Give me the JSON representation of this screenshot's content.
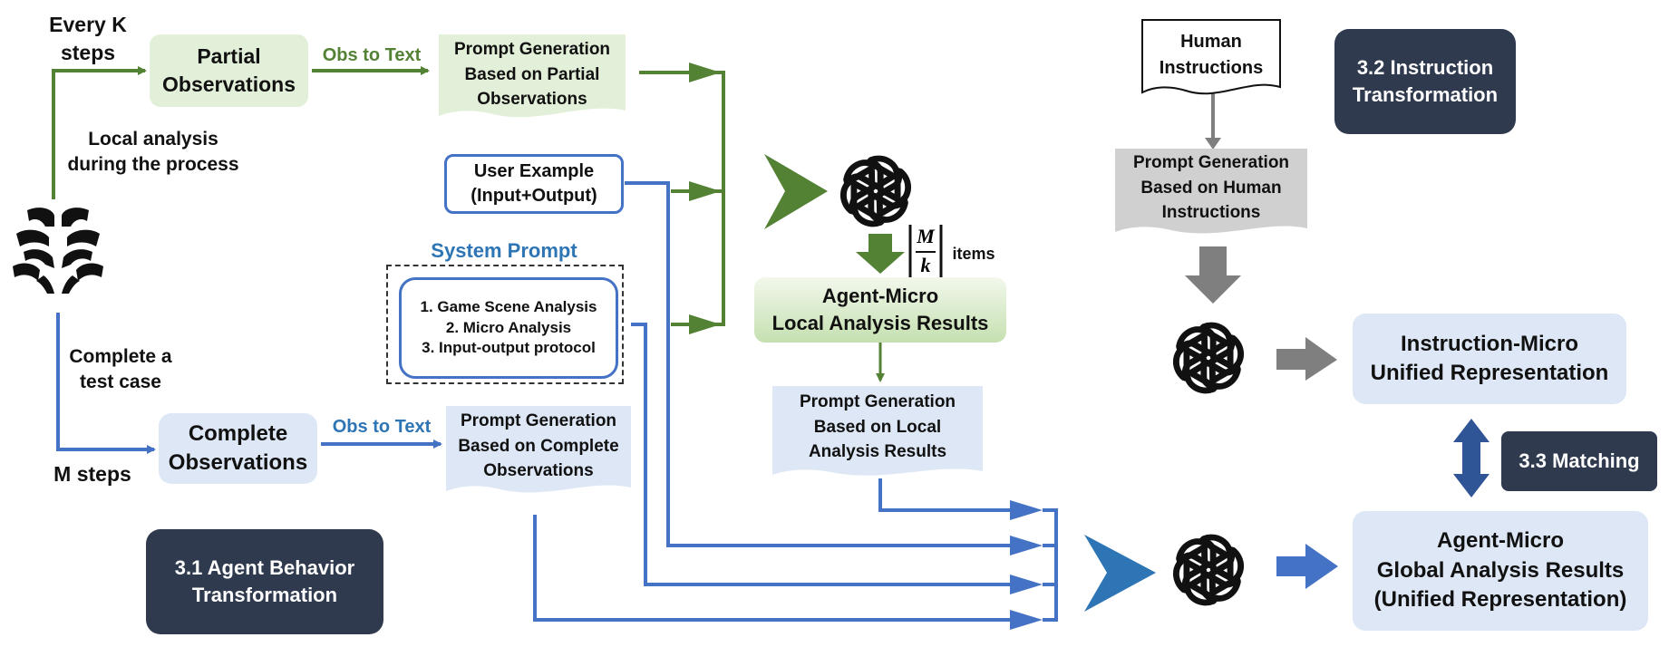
{
  "labels": {
    "every_k": "Every K\nsteps",
    "partial_obs": "Partial\nObservations",
    "obs_to_text_top": "Obs to Text",
    "prompt_partial": "Prompt Generation\nBased on Partial\nObservations",
    "local_analysis": "Local analysis\nduring the process",
    "user_example": "User Example\n(Input+Output)",
    "system_prompt_title": "System Prompt",
    "system_prompt_items": "1. Game Scene Analysis\n2. Micro Analysis\n3. Input-output protocol",
    "agent_micro_local": "Agent-Micro\nLocal Analysis Results",
    "items_suffix": "items",
    "frac_num": "M",
    "frac_den": "k",
    "prompt_local": "Prompt Generation\nBased on Local\nAnalysis Results",
    "complete_case": "Complete a\ntest case",
    "complete_obs": "Complete\nObservations",
    "obs_to_text_bottom": "Obs to Text",
    "prompt_complete": "Prompt Generation\nBased on Complete\nObservations",
    "m_steps": "M steps",
    "sec_3_1": "3.1 Agent Behavior\nTransformation",
    "human_instructions": "Human\nInstructions",
    "prompt_human": "Prompt Generation\nBased on Human\nInstructions",
    "sec_3_2": "3.2 Instruction\nTransformation",
    "instruction_micro": "Instruction-Micro\nUnified Representation",
    "sec_3_3": "3.3 Matching",
    "agent_micro_global": "Agent-Micro\nGlobal Analysis Results\n(Unified Representation)"
  },
  "colors": {
    "green": "#548235",
    "blue": "#4472c4",
    "gray": "#7f7f7f",
    "dark_navy": "#2f3a4e",
    "light_blue_fill": "#dde7f5",
    "light_green_fill": "#e3f0d9",
    "title_blue": "#2e75b6"
  },
  "icons": [
    "game-agent-icon",
    "openai-logo-icon"
  ]
}
